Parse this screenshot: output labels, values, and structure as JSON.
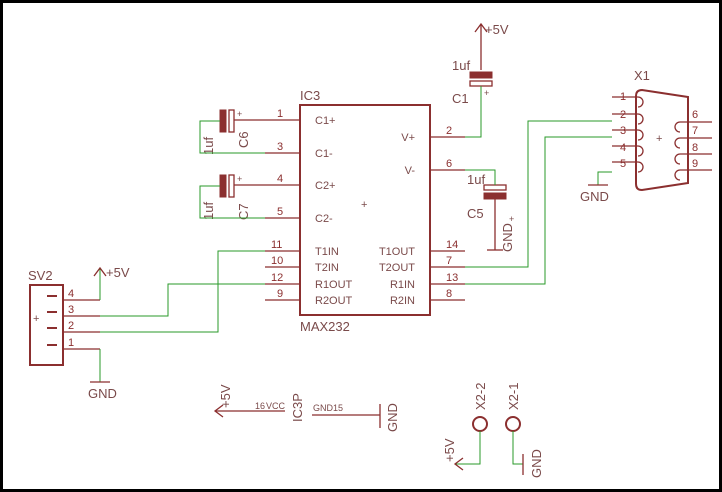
{
  "ic3": {
    "ref": "IC3",
    "value": "MAX232",
    "pins_left": [
      {
        "num": "1",
        "name": "C1+"
      },
      {
        "num": "3",
        "name": "C1-"
      },
      {
        "num": "4",
        "name": "C2+"
      },
      {
        "num": "5",
        "name": "C2-"
      },
      {
        "num": "11",
        "name": "T1IN"
      },
      {
        "num": "10",
        "name": "T2IN"
      },
      {
        "num": "12",
        "name": "R1OUT"
      },
      {
        "num": "9",
        "name": "R2OUT"
      }
    ],
    "pins_right": [
      {
        "num": "2",
        "name": "V+"
      },
      {
        "num": "6",
        "name": "V-"
      },
      {
        "num": "14",
        "name": "T1OUT"
      },
      {
        "num": "7",
        "name": "T2OUT"
      },
      {
        "num": "13",
        "name": "R1IN"
      },
      {
        "num": "8",
        "name": "R2IN"
      }
    ]
  },
  "c1": {
    "ref": "C1",
    "value": "1uf",
    "plus": "+"
  },
  "c5": {
    "ref": "C5",
    "value": "1uf",
    "plus": "+"
  },
  "c6": {
    "ref": "C6",
    "value": "1uf",
    "plus": "+"
  },
  "c7": {
    "ref": "C7",
    "value": "1uf",
    "plus": "+"
  },
  "x1": {
    "ref": "X1",
    "left_pins": [
      "1",
      "2",
      "3",
      "4",
      "5"
    ],
    "right_pins": [
      "6",
      "7",
      "8",
      "9"
    ]
  },
  "sv2": {
    "ref": "SV2",
    "pins": [
      "4",
      "3",
      "2",
      "1"
    ]
  },
  "supplies": {
    "vcc": "+5V",
    "gnd": "GND",
    "gnd_rot": "GND",
    "vcc_rot": "+5V"
  },
  "ic3p": {
    "ref": "IC3P",
    "vcc_pin": "16",
    "vcc_name": "VCC",
    "gnd_pin": "15",
    "gnd_name": "GND"
  },
  "x2": {
    "pad1": "X2-1",
    "pad2": "X2-2"
  }
}
